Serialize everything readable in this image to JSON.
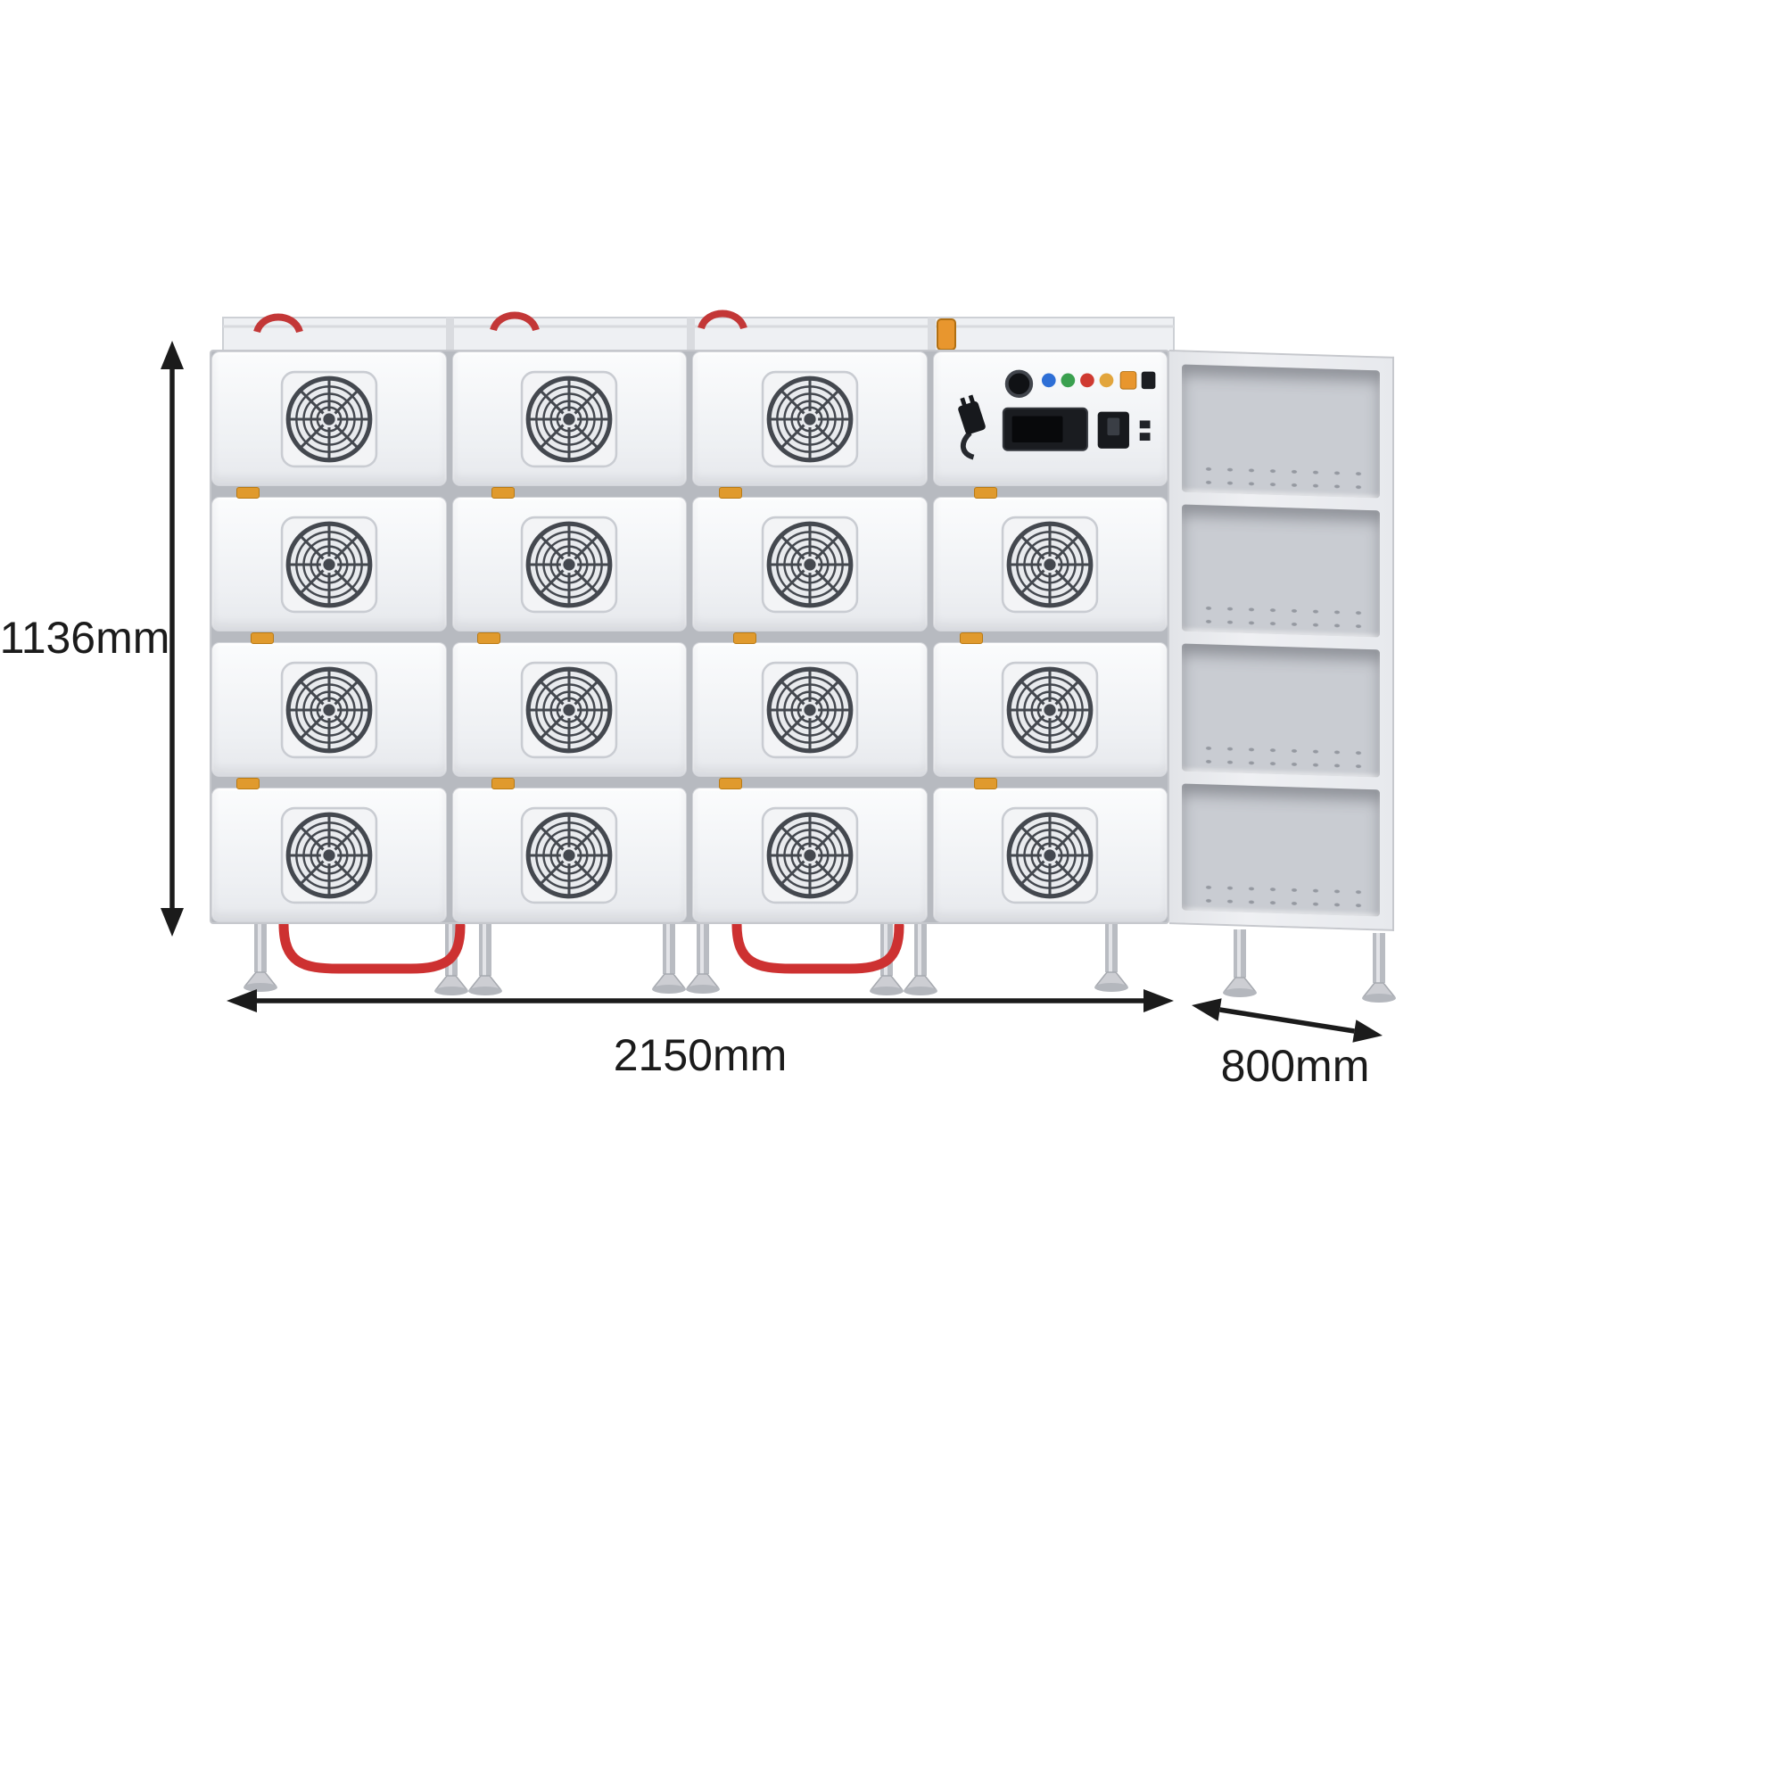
{
  "dimensions": {
    "height": {
      "label": "1136mm"
    },
    "width": {
      "label": "2150mm"
    },
    "depth": {
      "label": "800mm"
    }
  },
  "scene": {
    "grid": {
      "rows": 4,
      "columns": 4
    },
    "control_module": {
      "row": 0,
      "column": 3
    },
    "fan_count": 15,
    "colors": {
      "module_face": "#f4f6f8",
      "frame_gray": "#b7bac0",
      "clip_orange": "#e09a2d",
      "connector_orange": "#e8962e",
      "cable_red": "#cd3131",
      "grille_dark": "#44484f",
      "arrow_black": "#1b1b1b"
    },
    "icons": {
      "fan": "fan-icon",
      "plug": "power-plug-icon",
      "gauge": "gauge-icon"
    }
  }
}
